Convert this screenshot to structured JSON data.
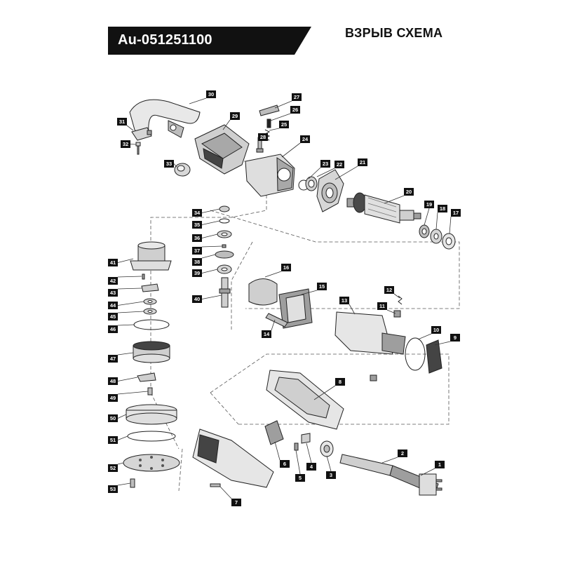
{
  "header": {
    "model": "Au-051251100",
    "title": "ВЗРЫВ СХЕМА"
  },
  "callouts": [
    "1",
    "2",
    "3",
    "4",
    "5",
    "6",
    "7",
    "8",
    "9",
    "10",
    "11",
    "12",
    "13",
    "14",
    "15",
    "16",
    "17",
    "18",
    "19",
    "20",
    "21",
    "22",
    "23",
    "24",
    "25",
    "26",
    "27",
    "28",
    "29",
    "30",
    "31",
    "32",
    "33",
    "34",
    "35",
    "36",
    "37",
    "38",
    "39",
    "40",
    "41",
    "42",
    "43",
    "44",
    "45",
    "46",
    "47",
    "48",
    "49",
    "50",
    "51",
    "52",
    "53"
  ]
}
